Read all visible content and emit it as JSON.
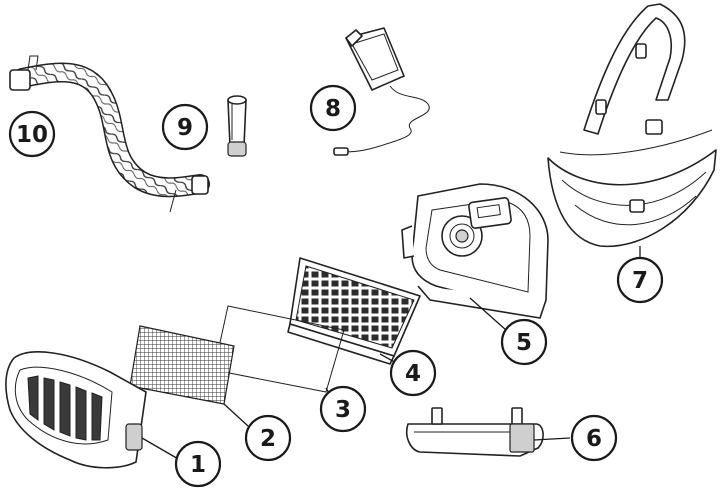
{
  "callouts": [
    {
      "label": "1"
    },
    {
      "label": "2"
    },
    {
      "label": "3"
    },
    {
      "label": "4"
    },
    {
      "label": "5"
    },
    {
      "label": "6"
    },
    {
      "label": "7"
    },
    {
      "label": "8"
    },
    {
      "label": "9"
    },
    {
      "label": "10"
    }
  ],
  "colors": {
    "line": "#1a1a1a",
    "background": "#ffffff"
  }
}
